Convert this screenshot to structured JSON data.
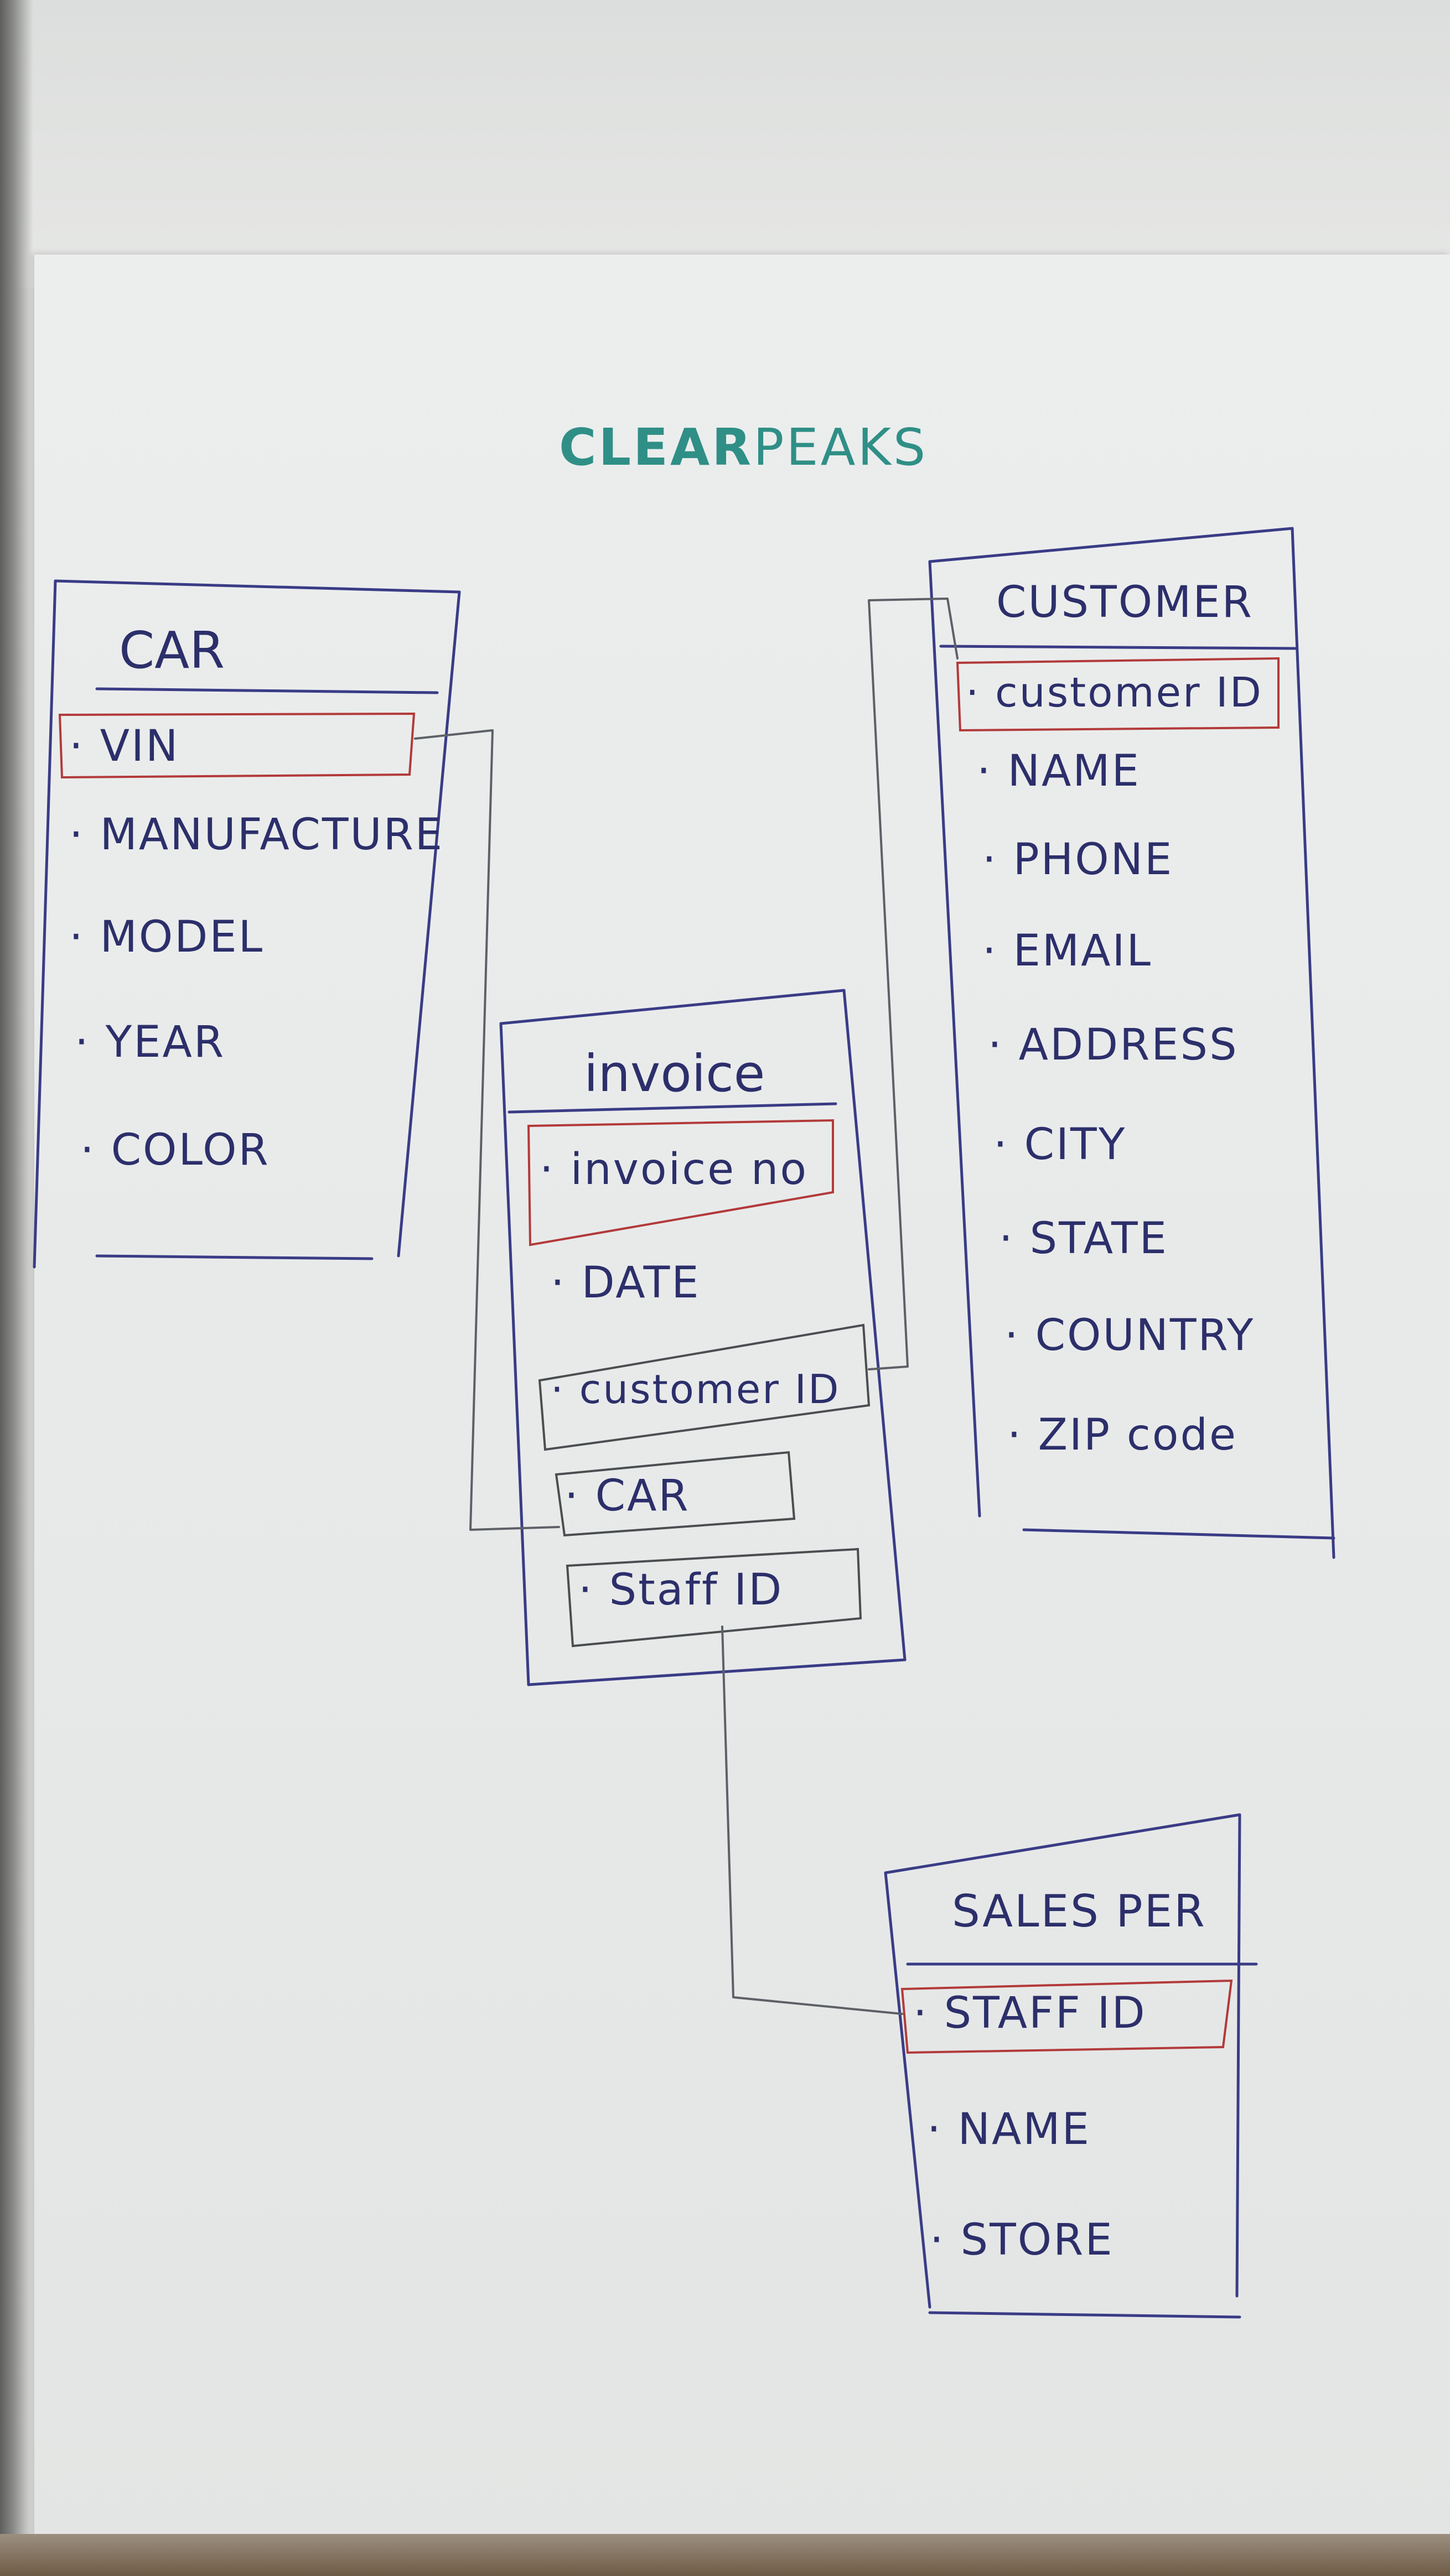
{
  "logo": {
    "part1": "CLEAR",
    "part2": "PEAKS"
  },
  "colors": {
    "ink": "#2c2f6a",
    "key_box": "#b33a3a",
    "ref_box": "#4b4e50",
    "connector": "#5d6066",
    "logo": "#2f8f86"
  },
  "entities": {
    "car": {
      "title": "CAR",
      "fields": [
        "VIN",
        "MANUFACTURE",
        "MODEL",
        "YEAR",
        "COLOR"
      ]
    },
    "customer": {
      "title": "CUSTOMER",
      "fields": [
        "customer ID",
        "NAME",
        "PHONE",
        "EMAIL",
        "ADDRESS",
        "CITY",
        "STATE",
        "COUNTRY",
        "ZIP code"
      ]
    },
    "invoice": {
      "title": "invoice",
      "fields": [
        "invoice no",
        "DATE",
        "customer ID",
        "CAR",
        "Staff ID"
      ]
    },
    "sales_per": {
      "title": "SALES PER",
      "fields": [
        "STAFF ID",
        "NAME",
        "STORE"
      ]
    }
  },
  "relationships": [
    {
      "from": "car.VIN",
      "to": "invoice.CAR"
    },
    {
      "from": "customer.customer ID",
      "to": "invoice.customer ID"
    },
    {
      "from": "sales_per.STAFF ID",
      "to": "invoice.Staff ID"
    }
  ]
}
